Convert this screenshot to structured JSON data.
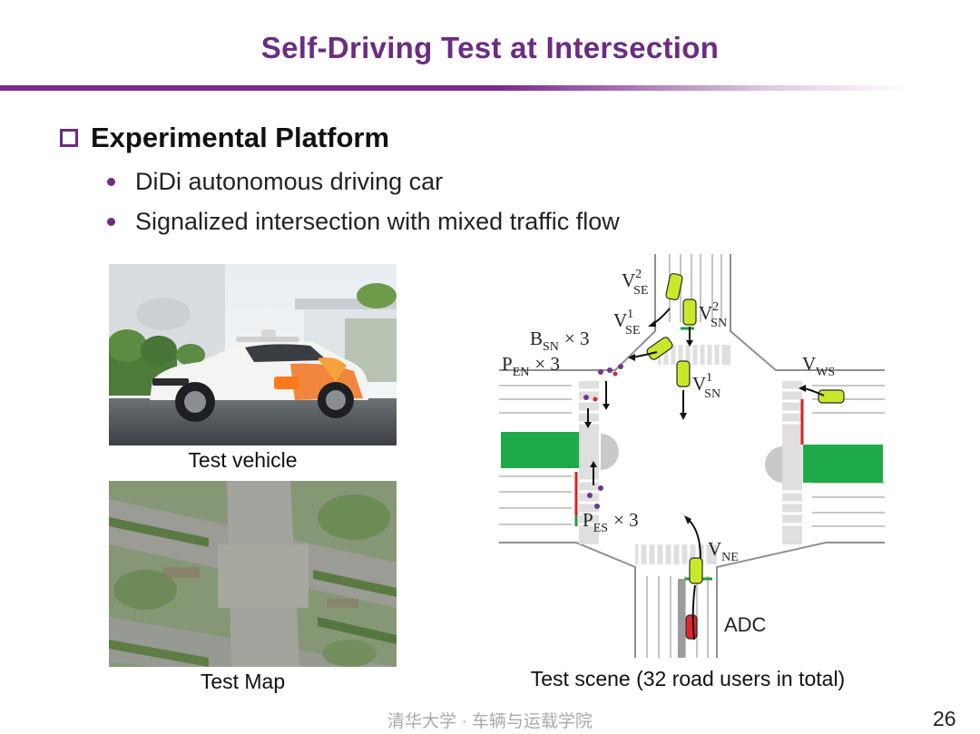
{
  "slide": {
    "title": "Self-Driving Test at Intersection",
    "section": "Experimental Platform",
    "bullets": [
      "DiDi autonomous driving car",
      "Signalized intersection with mixed traffic flow"
    ],
    "captions": {
      "vehicle": "Test vehicle",
      "map": "Test Map",
      "scene": "Test scene (32 road users in total)"
    },
    "footer": "清华大学 · 车辆与运载学院",
    "page_number": "26"
  },
  "diagram": {
    "labels": {
      "v_se2_base": "V",
      "v_se2_sup": "2",
      "v_se2_sub": "SE",
      "v_se1_base": "V",
      "v_se1_sup": "1",
      "v_se1_sub": "SE",
      "v_sn2_base": "V",
      "v_sn2_sup": "2",
      "v_sn2_sub": "SN",
      "v_sn1_base": "V",
      "v_sn1_sup": "1",
      "v_sn1_sub": "SN",
      "b_sn_base": "B",
      "b_sn_sub": "SN",
      "b_sn_mult": "× 3",
      "p_en_base": "P",
      "p_en_sub": "EN",
      "p_en_mult": "× 3",
      "p_es_base": "P",
      "p_es_sub": "ES",
      "p_es_mult": "× 3",
      "v_ws_base": "V",
      "v_ws_sub": "WS",
      "v_ne_base": "V",
      "v_ne_sub": "NE",
      "adc": "ADC"
    },
    "colors": {
      "green_zone": "#1faa4a",
      "vehicle_green": "#c8e82a",
      "ego_red": "#e0262b",
      "signal_red": "#e02020",
      "signal_green": "#1f9e3a",
      "road_line": "#9a9a9a",
      "accent_purple": "#6b2c82"
    }
  }
}
